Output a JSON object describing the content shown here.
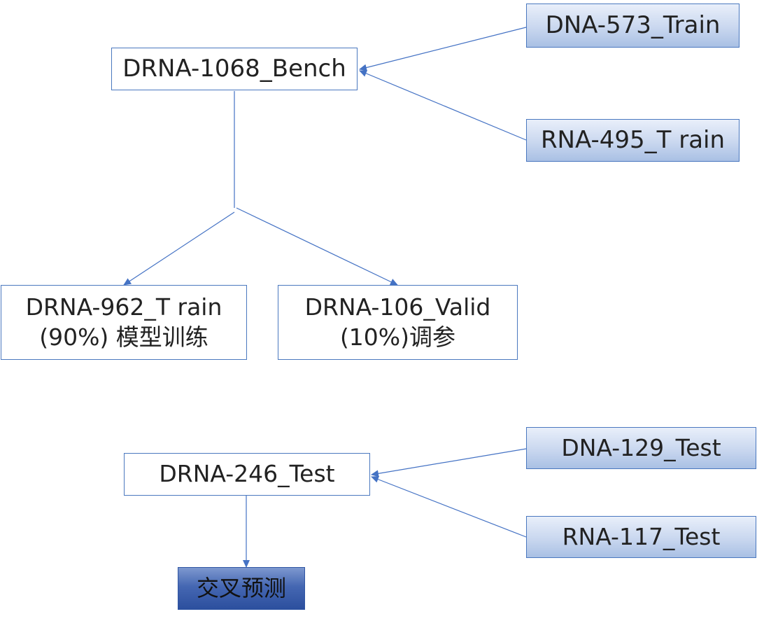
{
  "nodes": {
    "bench": "DRNA-1068_Bench",
    "dna_train": "DNA-573_Train",
    "rna_train": "RNA-495_T rain",
    "train": {
      "line1": "DRNA-962_T rain",
      "line2": "(90%) 模型训练"
    },
    "valid": {
      "line1": "DRNA-106_Valid",
      "line2": "(10%)调参"
    },
    "test": "DRNA-246_Test",
    "dna_test": "DNA-129_Test",
    "rna_test": "RNA-117_Test",
    "cross_predict": "交叉预测"
  },
  "colors": {
    "line": "#4472c4",
    "border": "#4a78bf",
    "gradient_fill": "#c9d7ef",
    "dark_fill": "#3a5fad"
  }
}
